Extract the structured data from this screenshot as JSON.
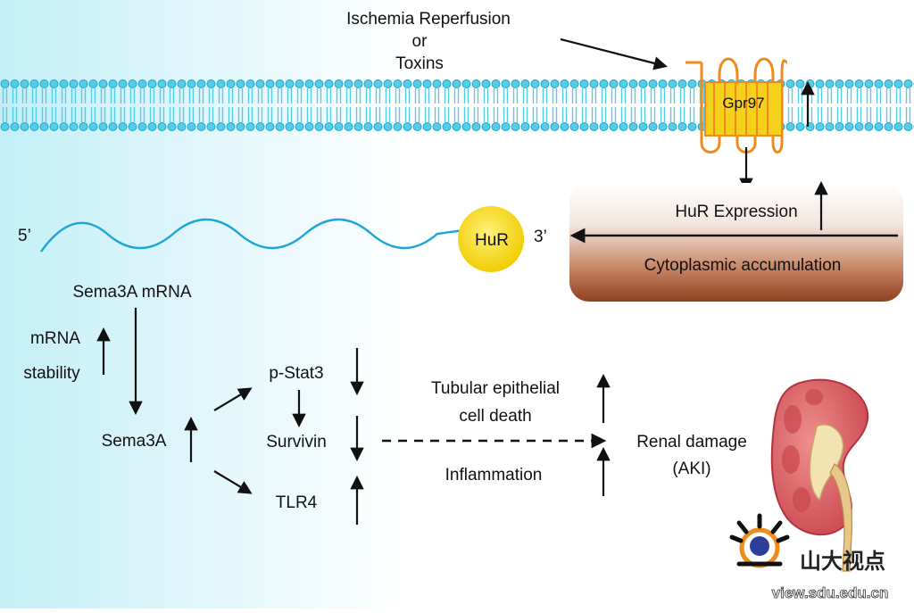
{
  "stimulus": {
    "line1": "Ischemia Reperfusion",
    "line2": "or",
    "line3": "Toxins"
  },
  "receptor": {
    "label": "Gpr97",
    "change": "up"
  },
  "hur": {
    "label": "HuR",
    "expression_label": "HuR Expression",
    "cytoplasmic_label": "Cytoplasmic accumulation"
  },
  "mrna": {
    "five_prime": "5’",
    "three_prime": "3’",
    "label": "Sema3A mRNA",
    "stability_line1": "mRNA",
    "stability_line2": "stability"
  },
  "sema3a": {
    "label": "Sema3A"
  },
  "targets": {
    "pstat3": "p-Stat3",
    "survivin": "Survivin",
    "tlr4": "TLR4"
  },
  "outcomes": {
    "tubular_line1": "Tubular epithelial",
    "tubular_line2": "cell death",
    "inflammation": "Inflammation",
    "renal_line1": "Renal damage",
    "renal_line2": "(AKI)"
  },
  "watermark": {
    "text": "山大视点",
    "url": "view.sdu.edu.cn"
  },
  "colors": {
    "background_left": "#c8f1f8",
    "membrane": "#3fc6e4",
    "membrane_dark": "#1ea6c9",
    "receptor_fill": "#f5d11c",
    "receptor_stroke": "#f08a1a",
    "hur_fill": "#f6d90f",
    "box_top": "#ffffff",
    "box_bottom": "#9a4a24",
    "kidney": "#d9646a",
    "logo_orange": "#f08a1a",
    "logo_blue": "#2f3d9a"
  }
}
